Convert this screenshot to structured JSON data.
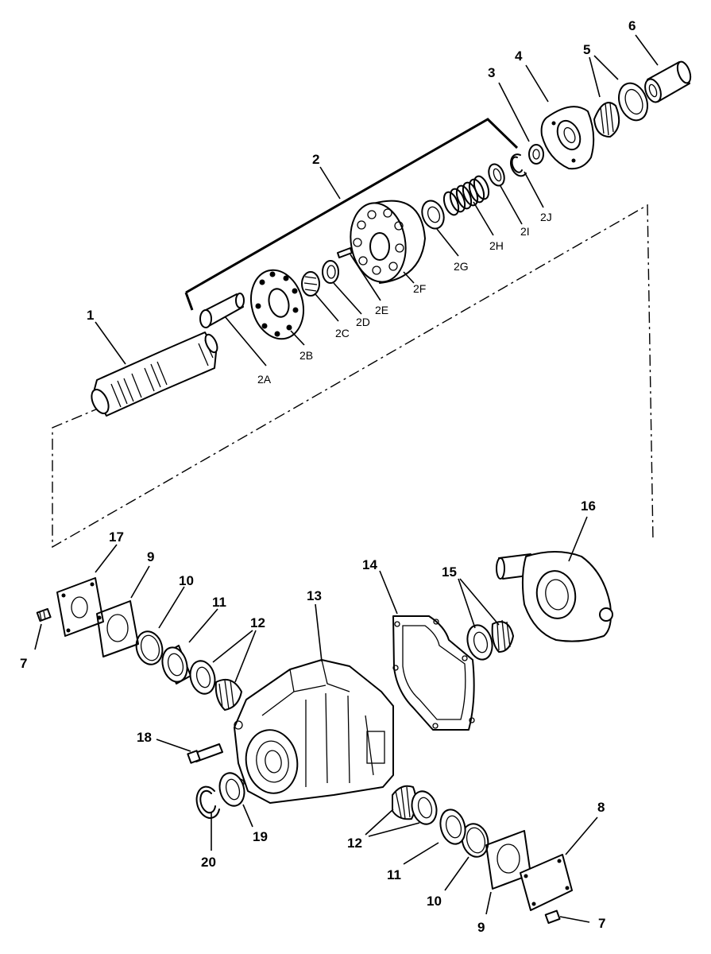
{
  "labels": {
    "p1": "1",
    "p2": "2",
    "p2a": "2A",
    "p2b": "2B",
    "p2c": "2C",
    "p2d": "2D",
    "p2e": "2E",
    "p2f": "2F",
    "p2g": "2G",
    "p2h": "2H",
    "p2i": "2I",
    "p2j": "2J",
    "p3": "3",
    "p4": "4",
    "p5": "5",
    "p6": "6",
    "p7_left": "7",
    "p7_right": "7",
    "p8": "8",
    "p9_top": "9",
    "p9_bottom": "9",
    "p10_top": "10",
    "p10_bottom": "10",
    "p11_top": "11",
    "p11_bottom": "11",
    "p12_top": "12",
    "p12_bottom": "12",
    "p13": "13",
    "p14": "14",
    "p15": "15",
    "p16": "16",
    "p17": "17",
    "p18": "18",
    "p19": "19",
    "p20": "20"
  }
}
